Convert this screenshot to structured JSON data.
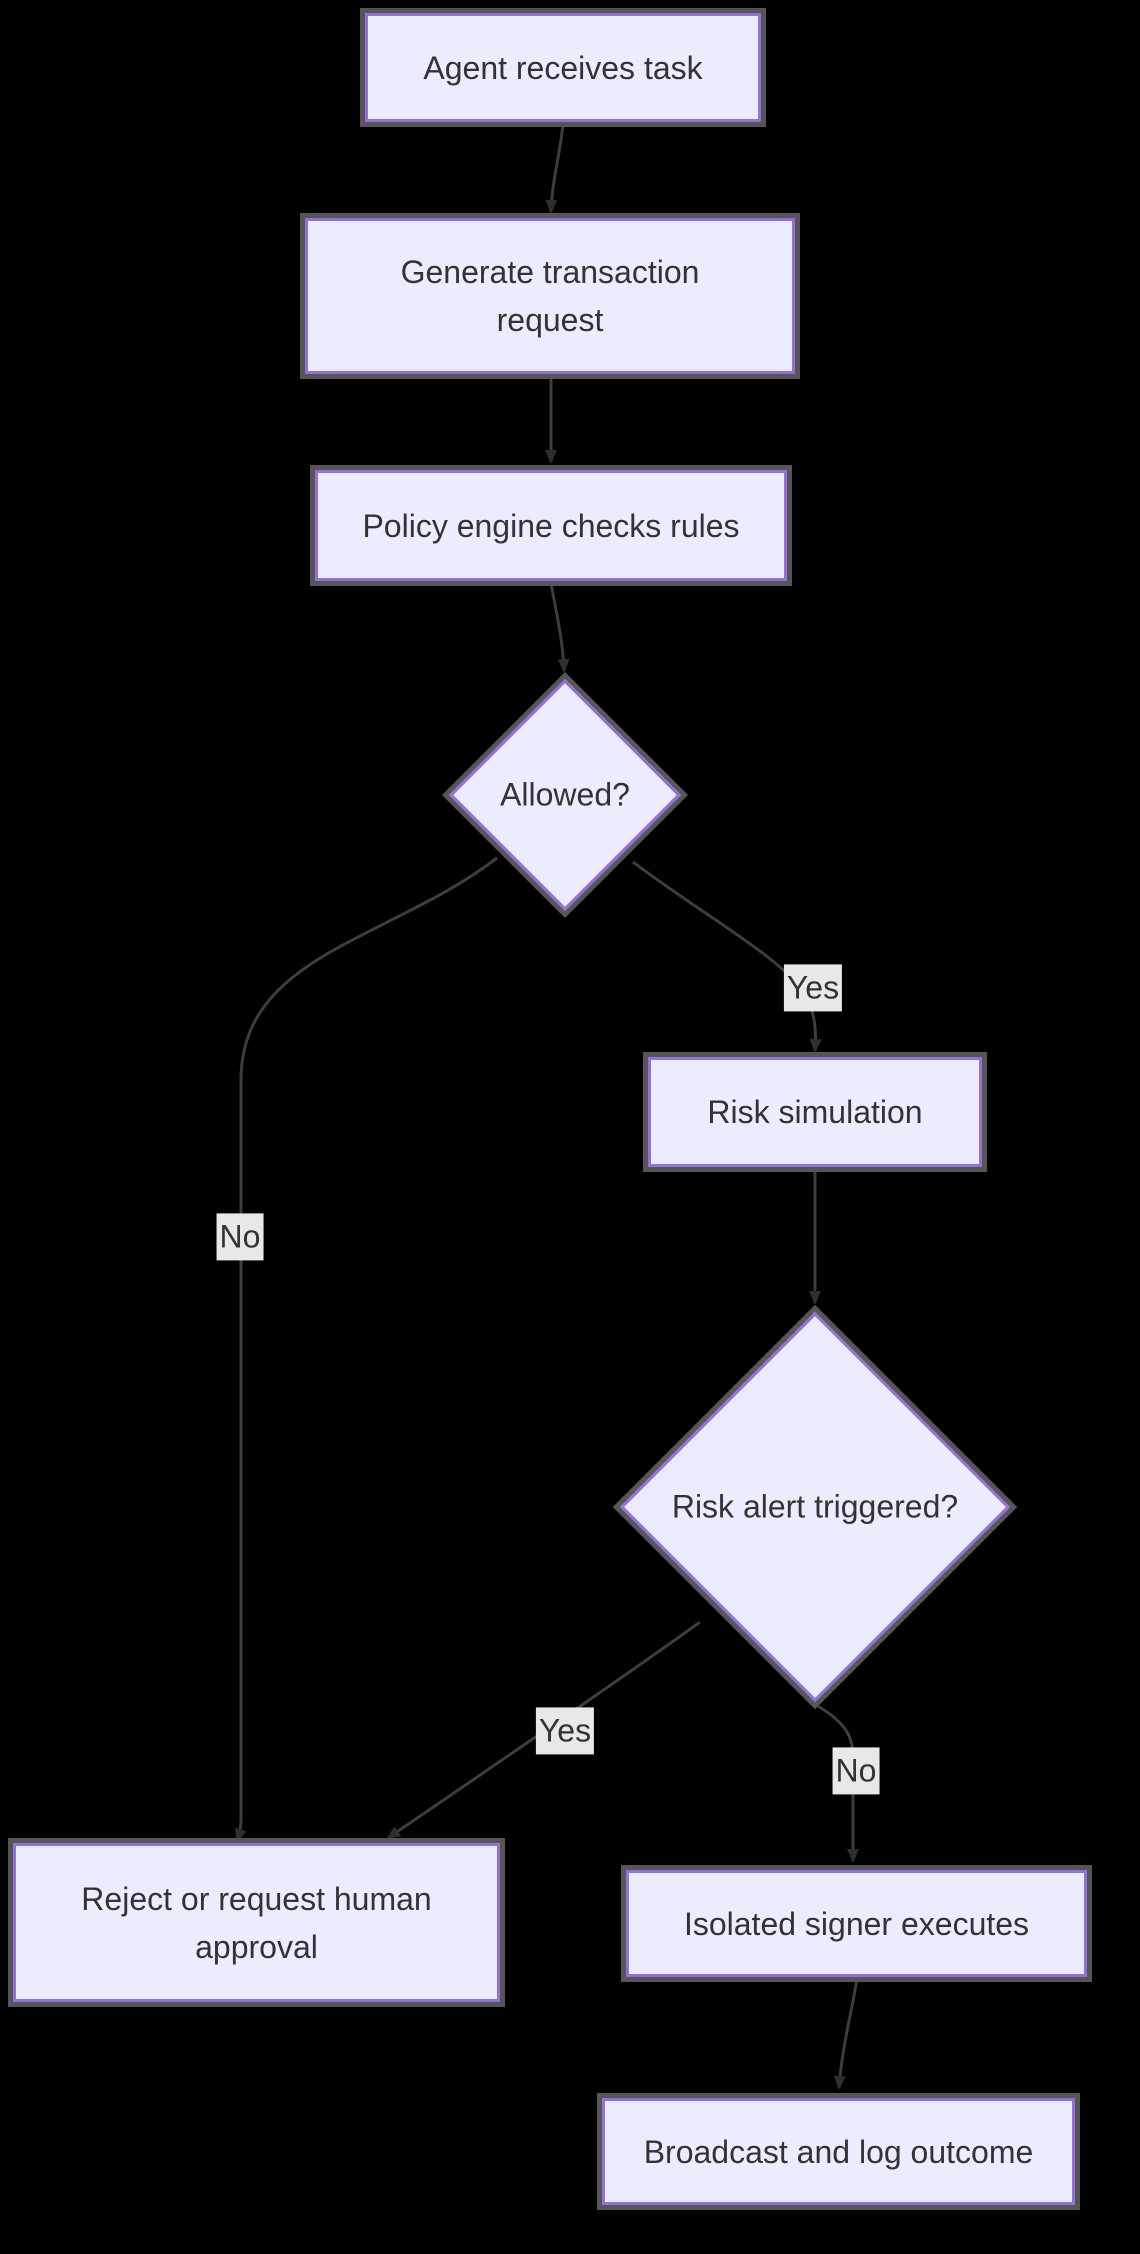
{
  "diagram": {
    "type": "flowchart",
    "direction": "top-down",
    "theme": {
      "node_fill": "#ECECFF",
      "node_border": "#9370DB",
      "node_outline": "#565656",
      "text_color": "#333333",
      "edge_color": "#3c3c42",
      "arrow_color": "#2e2e33",
      "edge_label_bg": "#e8e8e8",
      "background": "#000000"
    },
    "nodes": [
      {
        "id": "agent-receives-task",
        "shape": "rect",
        "label": "Agent receives task"
      },
      {
        "id": "generate-transaction-request",
        "shape": "rect",
        "label": "Generate transaction request"
      },
      {
        "id": "policy-engine-checks-rules",
        "shape": "rect",
        "label": "Policy engine checks rules"
      },
      {
        "id": "allowed",
        "shape": "diamond",
        "label": "Allowed?"
      },
      {
        "id": "risk-simulation",
        "shape": "rect",
        "label": "Risk simulation"
      },
      {
        "id": "risk-alert-triggered",
        "shape": "diamond",
        "label": "Risk alert triggered?"
      },
      {
        "id": "reject-or-request-human-approval",
        "shape": "rect",
        "label": "Reject or request human approval"
      },
      {
        "id": "isolated-signer-executes",
        "shape": "rect",
        "label": "Isolated signer executes"
      },
      {
        "id": "broadcast-and-log-outcome",
        "shape": "rect",
        "label": "Broadcast and log outcome"
      }
    ],
    "edges": [
      {
        "from": "agent-receives-task",
        "to": "generate-transaction-request",
        "label": ""
      },
      {
        "from": "generate-transaction-request",
        "to": "policy-engine-checks-rules",
        "label": ""
      },
      {
        "from": "policy-engine-checks-rules",
        "to": "allowed",
        "label": ""
      },
      {
        "from": "allowed",
        "to": "risk-simulation",
        "label": "Yes"
      },
      {
        "from": "allowed",
        "to": "reject-or-request-human-approval",
        "label": "No"
      },
      {
        "from": "risk-simulation",
        "to": "risk-alert-triggered",
        "label": ""
      },
      {
        "from": "risk-alert-triggered",
        "to": "reject-or-request-human-approval",
        "label": "Yes"
      },
      {
        "from": "risk-alert-triggered",
        "to": "isolated-signer-executes",
        "label": "No"
      },
      {
        "from": "isolated-signer-executes",
        "to": "broadcast-and-log-outcome",
        "label": ""
      }
    ]
  }
}
